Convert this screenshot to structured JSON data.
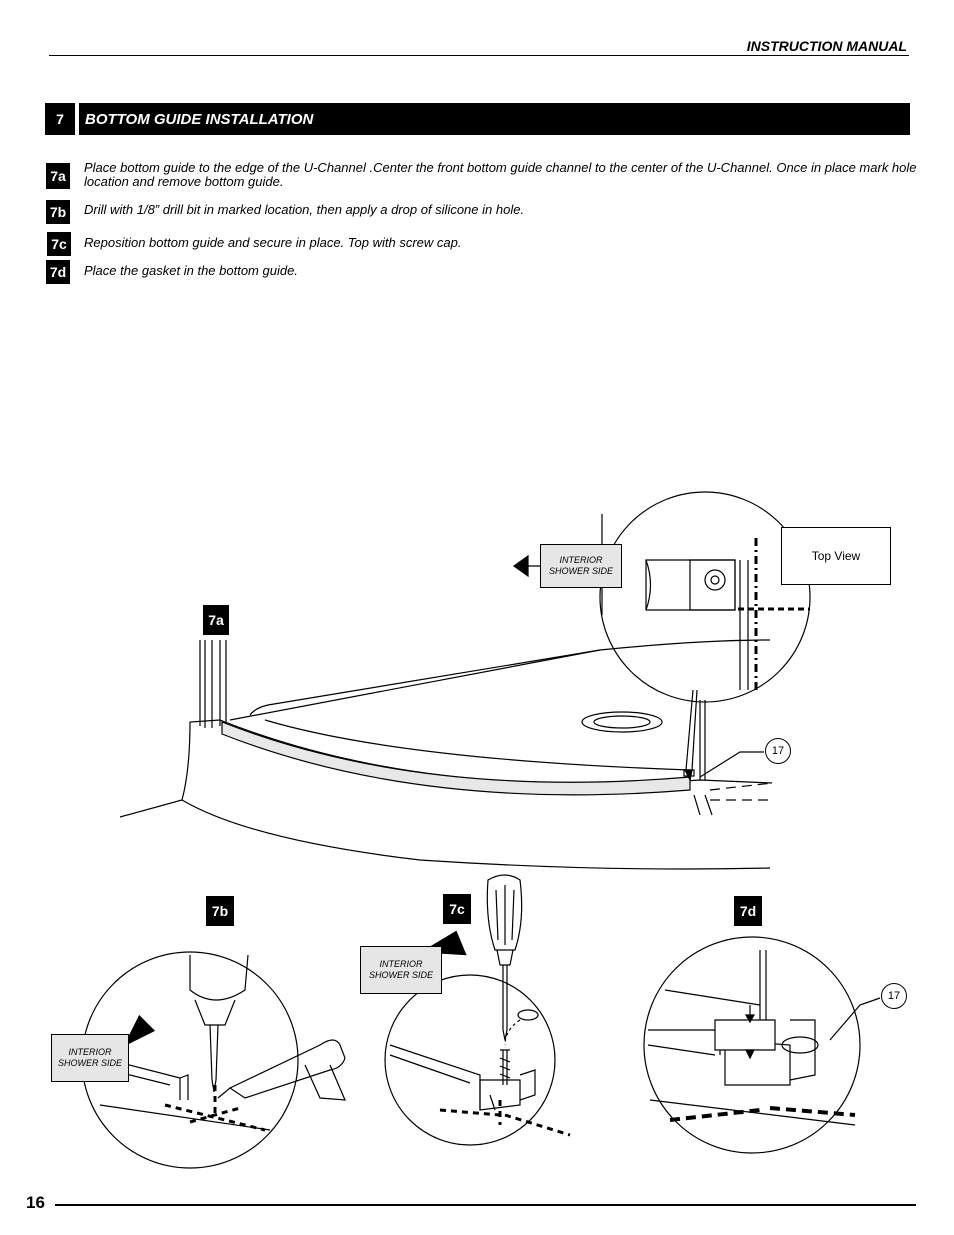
{
  "header": {
    "title": "INSTRUCTION MANUAL"
  },
  "section": {
    "number": "7",
    "title": "BOTTOM GUIDE INSTALLATION"
  },
  "steps": [
    {
      "id": "7a",
      "text": "Place bottom guide to the edge of the U-Channel .Center the front bottom guide channel to the center of the U-Channel. Once in place mark hole location and remove bottom guide."
    },
    {
      "id": "7b",
      "text": "Drill with 1/8” drill bit in marked location, then apply a drop of silicone in hole."
    },
    {
      "id": "7c",
      "text": "Reposition bottom guide and secure in place. Top with screw cap."
    },
    {
      "id": "7d",
      "text": "Place the gasket in the bottom guide."
    }
  ],
  "figures": {
    "label_7a": "7a",
    "label_7b": "7b",
    "label_7c": "7c",
    "label_7d": "7d",
    "interior_label_line1": "INTERIOR",
    "interior_label_line2": "SHOWER SIDE",
    "top_view": "Top View",
    "part_number": "17"
  },
  "footer": {
    "page_number": "16"
  }
}
